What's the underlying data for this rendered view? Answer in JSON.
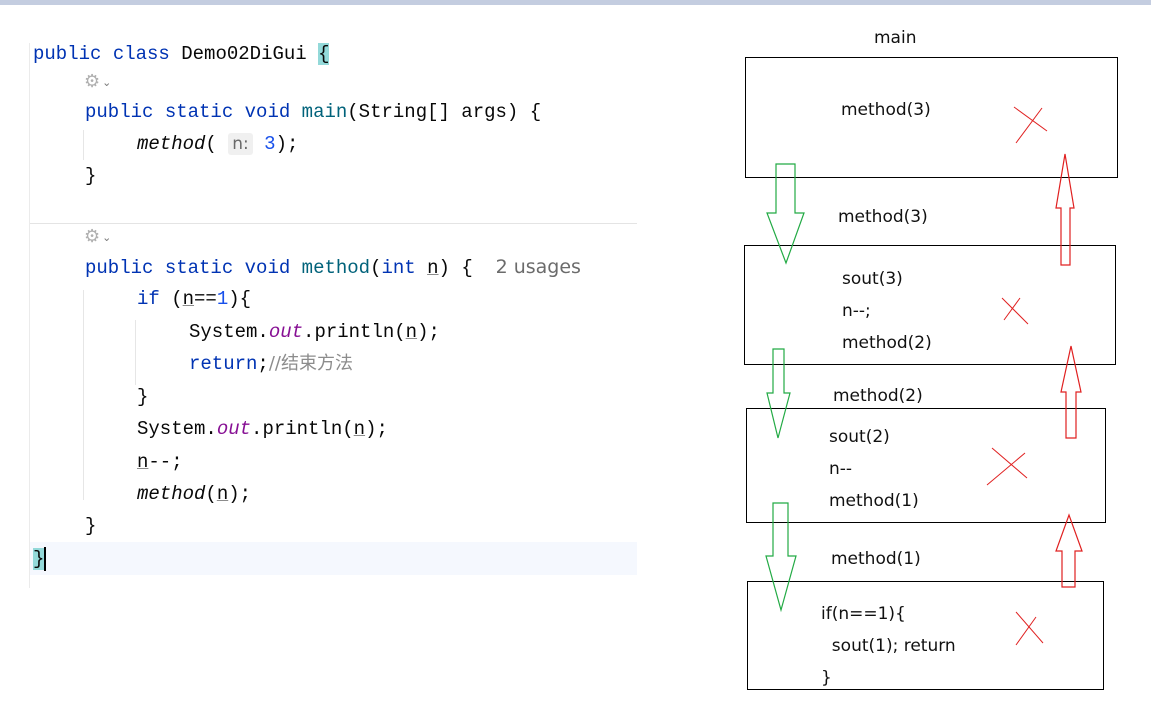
{
  "code": {
    "class_line": {
      "kw1": "public",
      "kw2": "class",
      "name": "Demo02DiGui",
      "brace": "{"
    },
    "main_sig": {
      "kw1": "public",
      "kw2": "static",
      "kw3": "void",
      "name": "main",
      "rest": "(String[] args) {"
    },
    "main_call": {
      "name": "method",
      "open": "(",
      "hint": "n:",
      "arg": "3",
      "close": ");"
    },
    "close_main": "}",
    "method_sig": {
      "kw1": "public",
      "kw2": "static",
      "kw3": "void",
      "name": "method",
      "open": "(",
      "type": "int",
      "param": "n",
      "close": ") {",
      "usages": "2 usages"
    },
    "if_line": {
      "kw": "if",
      "open": " (",
      "param": "n",
      "cond": "==",
      "num": "1",
      "close": "){"
    },
    "print1": {
      "pre": "System.",
      "field": "out",
      "post": ".println(",
      "param": "n",
      "close": ");"
    },
    "return_line": {
      "kw": "return",
      "semi": ";",
      "comment": "//结束方法"
    },
    "close_if": "}",
    "print2": {
      "pre": "System.",
      "field": "out",
      "post": ".println(",
      "param": "n",
      "close": ");"
    },
    "decrement": {
      "param": "n",
      "op": "--;"
    },
    "recurse": {
      "name": "method",
      "open": "(",
      "param": "n",
      "close": ");"
    },
    "close_method": "}",
    "close_class": "}"
  },
  "diagram": {
    "frames": [
      {
        "title": "main",
        "lines": [
          "method(3)"
        ]
      },
      {
        "title": "method(3)",
        "lines": [
          "sout(3)",
          "n--;",
          "method(2)"
        ]
      },
      {
        "title": "method(2)",
        "lines": [
          "sout(2)",
          "n--",
          "method(1)"
        ]
      },
      {
        "title": "method(1)",
        "lines": [
          "if(n==1){",
          "  sout(1); return",
          "}"
        ]
      }
    ],
    "colors": {
      "call_arrow": "#22aa44",
      "return_arrow": "#e02020",
      "cross": "#e02020"
    }
  }
}
